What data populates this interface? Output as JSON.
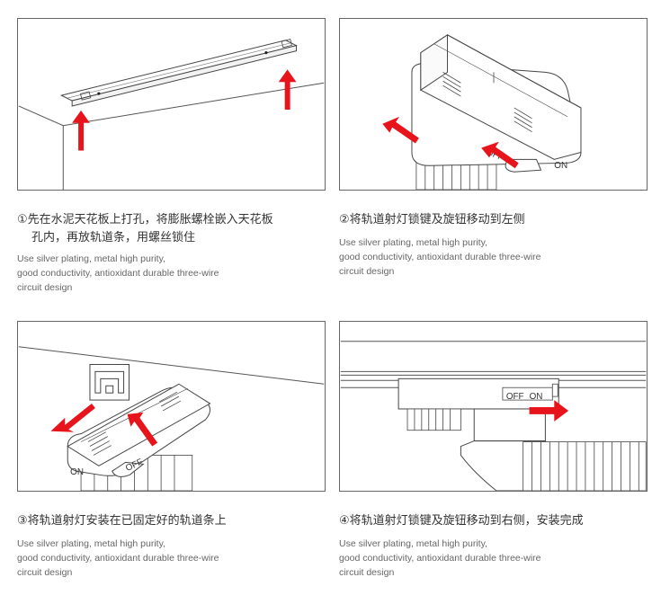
{
  "accent_color": "#e8141b",
  "steps": [
    {
      "title_line1": "①先在水泥天花板上打孔，将膨胀螺栓嵌入天花板",
      "title_line2": "孔内，再放轨道条，用螺丝锁住",
      "desc": [
        "Use silver plating, metal high purity,",
        "good conductivity, antioxidant durable three-wire",
        "circuit design"
      ]
    },
    {
      "title_line1": "②将轨道射灯锁键及旋钮移动到左侧",
      "desc": [
        "Use silver plating, metal high purity,",
        "good conductivity, antioxidant durable three-wire",
        "circuit design"
      ],
      "label_off": "OFF",
      "label_on": "ON"
    },
    {
      "title_line1": "③将轨道射灯安装在已固定好的轨道条上",
      "desc": [
        "Use silver plating, metal high purity,",
        "good conductivity, antioxidant durable three-wire",
        "circuit design"
      ],
      "label_on": "ON",
      "label_off": "OFF"
    },
    {
      "title_line1": "④将轨道射灯锁键及旋钮移动到右侧，安装完成",
      "desc": [
        "Use silver plating, metal high purity,",
        "good conductivity, antioxidant durable three-wire",
        "circuit design"
      ],
      "label_off": "OFF",
      "label_on": "ON"
    }
  ]
}
